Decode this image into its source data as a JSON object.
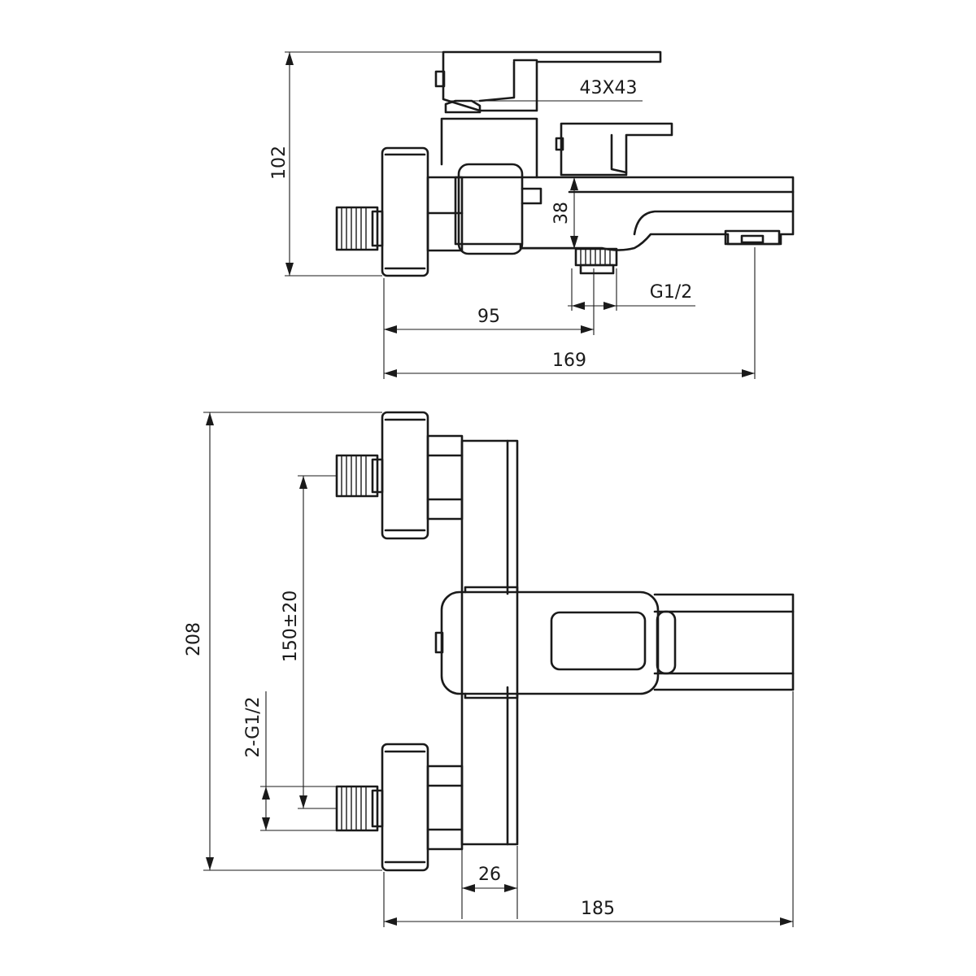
{
  "drawing": {
    "side_view": {
      "dim_height": "102",
      "dim_handle": "43X43",
      "dim_spout_height": "38",
      "dim_outlet_thread": "G1/2",
      "dim_to_outlet": "95",
      "dim_overall_depth": "169"
    },
    "top_view": {
      "dim_overall_height": "208",
      "dim_inlet_spacing": "150±20",
      "dim_inlet_thread": "2-G1/2",
      "dim_body_width": "26",
      "dim_overall_length": "185"
    }
  }
}
